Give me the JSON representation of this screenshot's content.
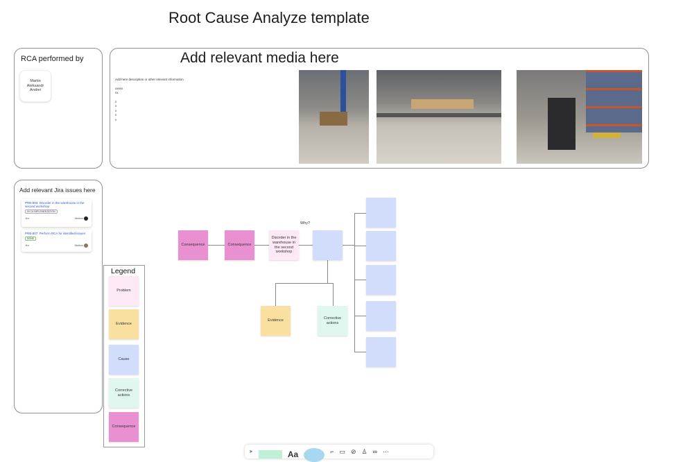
{
  "title": "Root Cause Analyze template",
  "rca": {
    "heading": "RCA performed by",
    "note": "Martin Aleksandr Andrei"
  },
  "media": {
    "heading": "Add relevant media here",
    "description": "Add here description or other relevant information",
    "lines": [
      "xxxxx",
      "xx",
      "",
      "x",
      "x",
      "x",
      "x",
      "x"
    ]
  },
  "jira": {
    "heading": "Add relevant Jira issues here",
    "issues": [
      {
        "key_title": "PRB-803: Disorder in the warehouse in the second workshop",
        "status": "IN CA IMPLEMENTATION",
        "source": "Jira",
        "priority": "Medium"
      },
      {
        "key_title": "PRB-807: Perform RCA for identified issues",
        "status": "DONE",
        "source": "Jira",
        "priority": "Medium"
      }
    ]
  },
  "legend": {
    "heading": "Legend",
    "items": [
      "Problem",
      "Evidence",
      "Cause",
      "Corrective actions",
      "Consequence"
    ]
  },
  "diagram": {
    "why": "Why?",
    "consequence1": "Consequence",
    "consequence2": "Consequence",
    "problem": "Disorder in the warehouse in the second workshop",
    "evidence": "Evidence",
    "corrective": "Corrective actions"
  },
  "toolbar": {
    "text_label": "Aa",
    "more": "···"
  }
}
